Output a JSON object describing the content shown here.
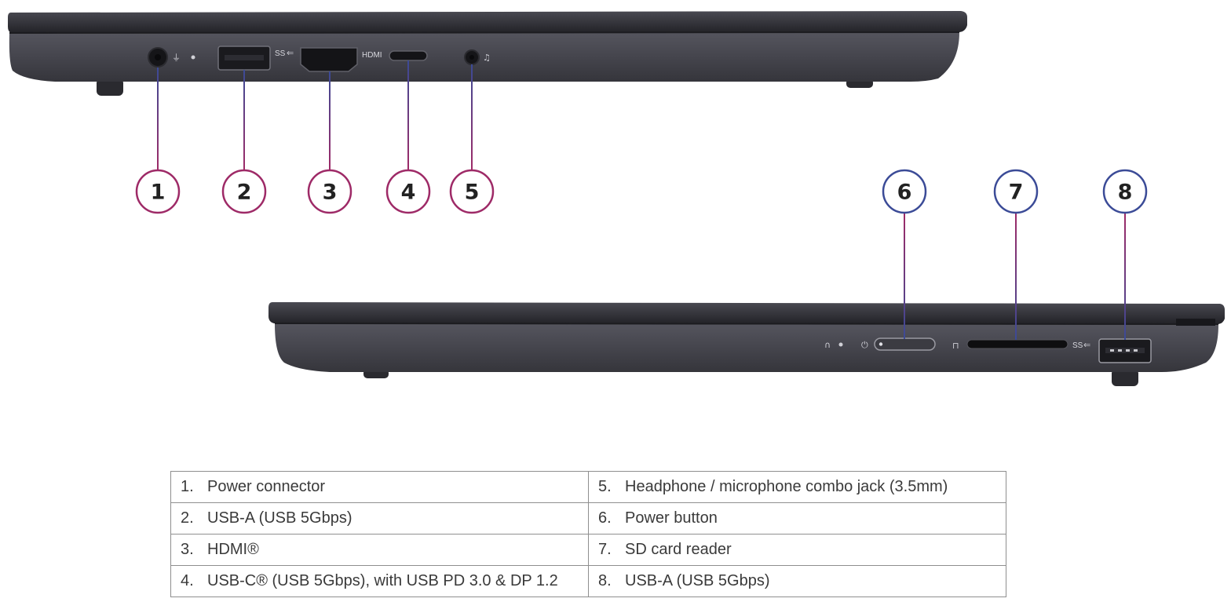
{
  "callouts": {
    "c1": "1",
    "c2": "2",
    "c3": "3",
    "c4": "4",
    "c5": "5",
    "c6": "6",
    "c7": "7",
    "c8": "8"
  },
  "port_labels": {
    "ss_left": "SS",
    "hdmi": "HDMI",
    "ss_right": "SS"
  },
  "table": {
    "rows": [
      {
        "left_num": "1.",
        "left_text": "Power connector",
        "right_num": "5.",
        "right_text": "Headphone / microphone combo jack (3.5mm)"
      },
      {
        "left_num": "2.",
        "left_text": "USB-A (USB 5Gbps)",
        "right_num": "6.",
        "right_text": "Power button"
      },
      {
        "left_num": "3.",
        "left_text": "HDMI®",
        "right_num": "7.",
        "right_text": "SD card reader"
      },
      {
        "left_num": "4.",
        "left_text": "USB-C® (USB 5Gbps), with USB PD 3.0 & DP 1.2",
        "right_num": "8.",
        "right_text": "USB-A (USB 5Gbps)"
      }
    ]
  },
  "colors": {
    "laptop_body": "#45454d",
    "laptop_lid": "#2f2f35",
    "callout_magenta": "#9e2a67",
    "callout_blue": "#3b4b97"
  }
}
